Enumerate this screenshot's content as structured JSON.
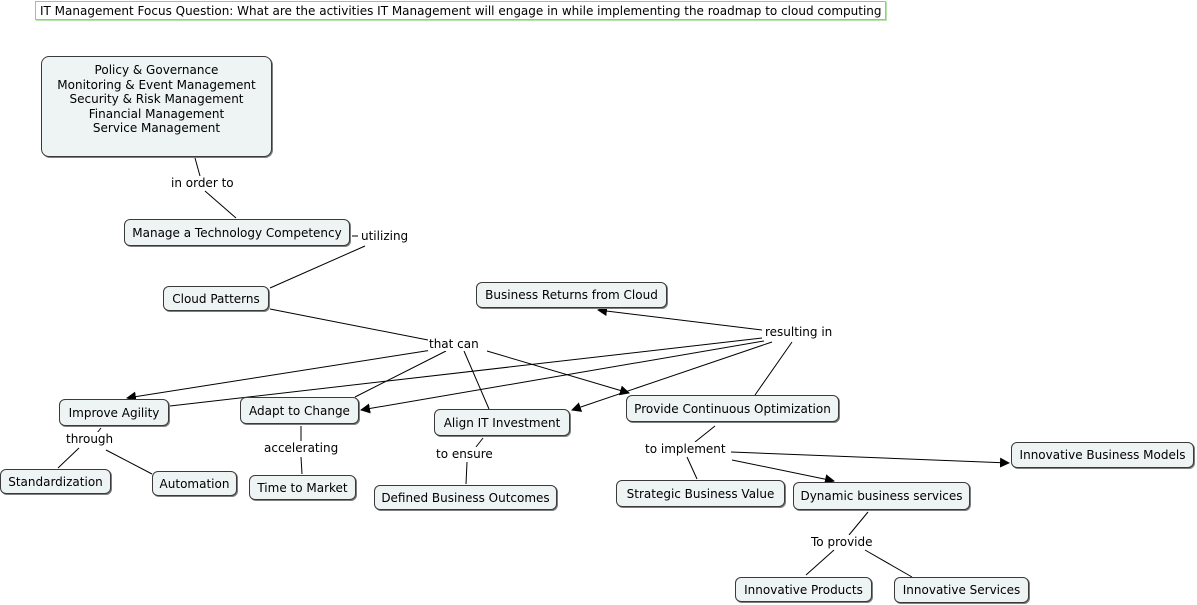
{
  "focus_question": "IT Management Focus Question: What are the activities IT Management will engage in while implementing the roadmap to cloud computing",
  "concepts": {
    "mgmt_areas": [
      "Policy & Governance",
      "Monitoring & Event Management",
      "Security & Risk Management",
      "Financial Management",
      "Service Management"
    ],
    "tech_competency": "Manage a Technology Competency",
    "cloud_patterns": "Cloud Patterns",
    "business_returns": "Business Returns from Cloud",
    "improve_agility": "Improve Agility",
    "adapt_change": "Adapt to Change",
    "align_it": "Align IT Investment",
    "continuous_opt": "Provide Continuous Optimization",
    "innov_models": "Innovative Business Models",
    "standardization": "Standardization",
    "automation": "Automation",
    "time_to_market": "Time to Market",
    "defined_outcomes": "Defined Business Outcomes",
    "strategic_value": "Strategic Business Value",
    "dynamic_services": "Dynamic business services",
    "innov_products": "Innovative Products",
    "innov_services": "Innovative Services"
  },
  "links": {
    "in_order_to": "in order to",
    "utilizing": "utilizing",
    "that_can": "that can",
    "resulting_in": "resulting in",
    "through": "through",
    "accelerating": "accelerating",
    "to_ensure": "to ensure",
    "to_implement": "to implement",
    "to_provide": "To provide"
  },
  "colors": {
    "node_fill": "#eef3f4",
    "node_border": "#3a3a3a",
    "focus_border": "#8cd07a",
    "line": "#000000"
  }
}
